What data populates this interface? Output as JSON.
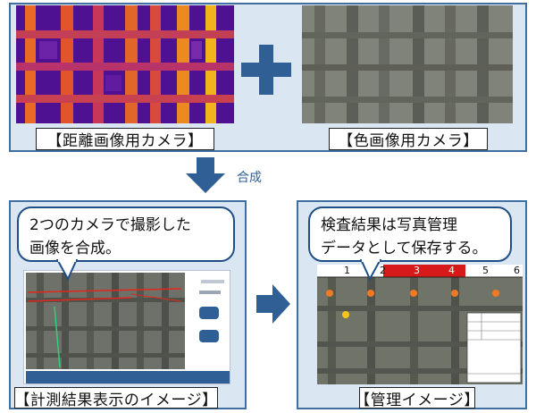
{
  "top": {
    "left_label": "【距離画像用カメラ】",
    "right_label": "【色画像用カメラ】"
  },
  "merge_label": "合成",
  "bottom_left": {
    "bubble_line1": "2つのカメラで撮影した",
    "bubble_line2": "画像を合成。",
    "label": "【計測結果表示のイメージ】"
  },
  "bottom_right": {
    "bubble_line1": "検査結果は写真管理",
    "bubble_line2": "データとして保存する。",
    "label": "【管理イメージ】",
    "scale_numbers": [
      "1",
      "2",
      "3",
      "4",
      "5",
      "6"
    ]
  },
  "colors": {
    "panel_bg": "#dbe6f3",
    "panel_border": "#3f6ea0",
    "arrow": "#2f5f95",
    "scale_red": "#d61a1a",
    "marker_orange": "#f07a22"
  }
}
